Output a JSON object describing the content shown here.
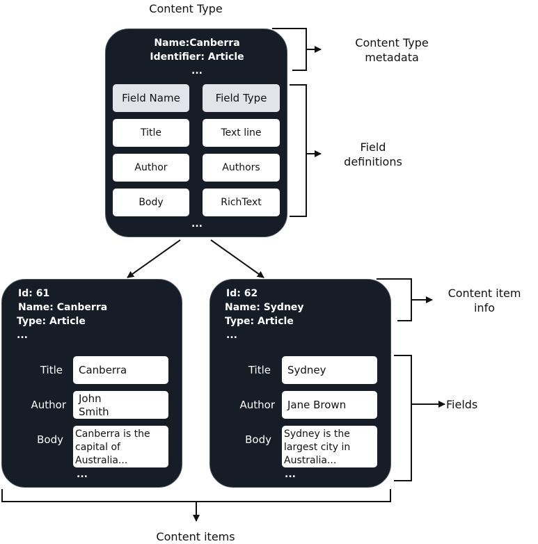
{
  "labels": {
    "content_type": "Content Type",
    "content_type_metadata": "Content Type\nmetadata",
    "field_definitions": "Field\ndefinitions",
    "content_item_info": "Content item\ninfo",
    "fields": "Fields",
    "content_items": "Content items"
  },
  "content_type_panel": {
    "name": "Name:Canberra",
    "identifier": "Identifier: Article",
    "meta_ellipsis": "...",
    "header_field_name": "Field Name",
    "header_field_type": "Field Type",
    "rows": [
      {
        "name": "Title",
        "type": "Text line"
      },
      {
        "name": "Author",
        "type": "Authors"
      },
      {
        "name": "Body",
        "type": "RichText"
      }
    ],
    "rows_ellipsis": "..."
  },
  "items": [
    {
      "id": "Id: 61",
      "name": "Name: Canberra",
      "type": "Type: Article",
      "meta_ellipsis": "...",
      "fields": [
        {
          "label": "Title",
          "value": "Canberra"
        },
        {
          "label": "Author",
          "value": "John\nSmith"
        },
        {
          "label": "Body",
          "value": "Canberra is the capital of Australia..."
        }
      ],
      "fields_ellipsis": "..."
    },
    {
      "id": "Id: 62",
      "name": "Name: Sydney",
      "type": "Type: Article",
      "meta_ellipsis": "...",
      "fields": [
        {
          "label": "Title",
          "value": "Sydney"
        },
        {
          "label": "Author",
          "value": "Jane Brown"
        },
        {
          "label": "Body",
          "value": "Sydney is the largest city in Australia..."
        }
      ],
      "fields_ellipsis": "..."
    }
  ],
  "colors": {
    "panel": "#161d27",
    "header_cell": "#e2e4ea",
    "cell": "#ffffff",
    "line": "#111111"
  }
}
